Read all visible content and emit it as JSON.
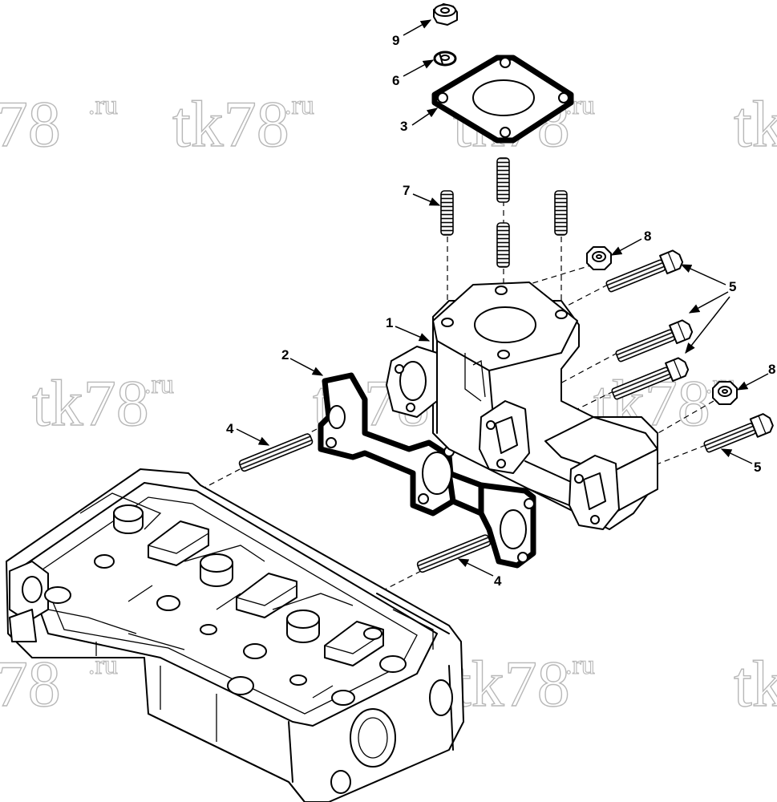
{
  "watermark": {
    "main": "tk78",
    "sup": ".ru"
  },
  "callouts": [
    {
      "id": "c9",
      "label": "9"
    },
    {
      "id": "c6",
      "label": "6"
    },
    {
      "id": "c3",
      "label": "3"
    },
    {
      "id": "c7",
      "label": "7"
    },
    {
      "id": "c8a",
      "label": "8"
    },
    {
      "id": "c5a",
      "label": "5"
    },
    {
      "id": "c1",
      "label": "1"
    },
    {
      "id": "c2",
      "label": "2"
    },
    {
      "id": "c8b",
      "label": "8"
    },
    {
      "id": "c4a",
      "label": "4"
    },
    {
      "id": "c5b",
      "label": "5"
    },
    {
      "id": "c4b",
      "label": "4"
    }
  ]
}
